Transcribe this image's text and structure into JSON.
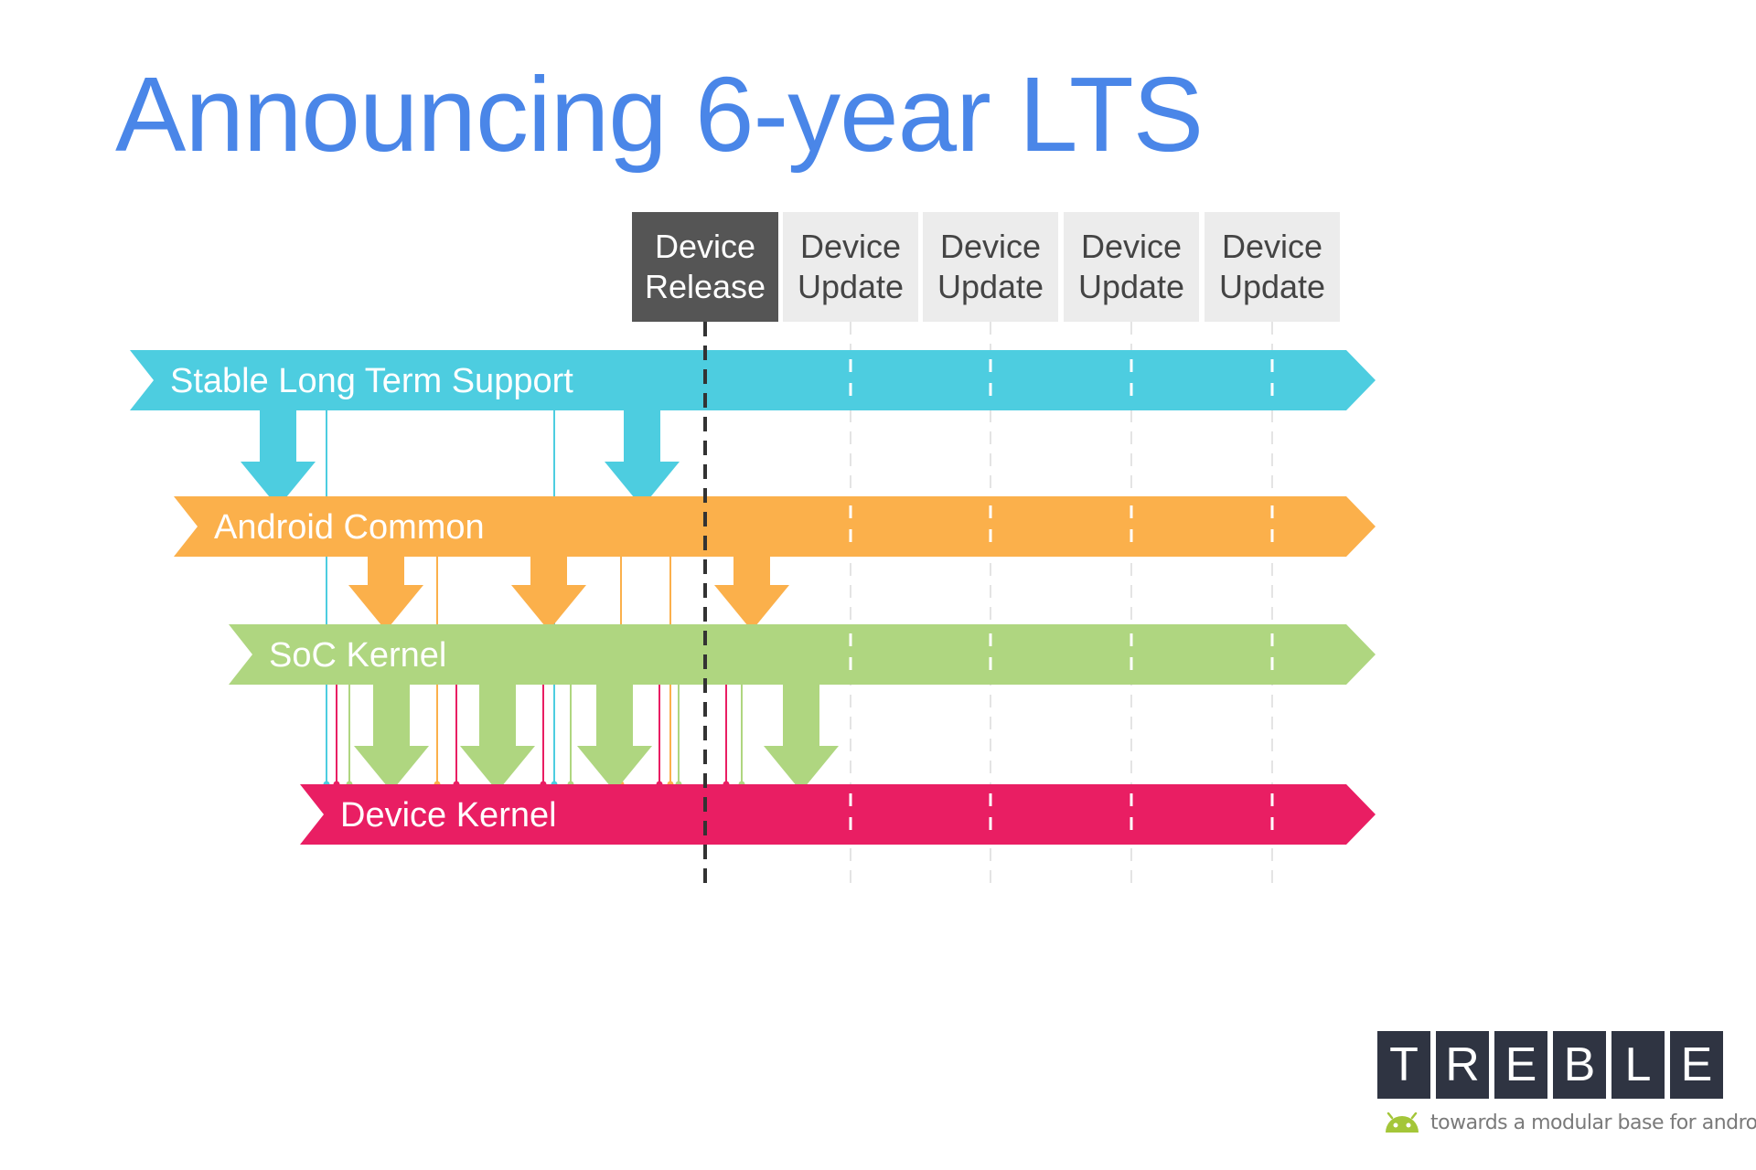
{
  "title": "Announcing 6-year LTS",
  "colors": {
    "title": "#4a86e8",
    "stable": "#4dcde0",
    "common": "#fbb04b",
    "soc": "#afd680",
    "device_kernel": "#e91e63",
    "header_active_bg": "#555555",
    "header_active_text": "#ffffff",
    "header_bg": "#ececec",
    "header_text": "#444444",
    "logo_bg": "#2f3442",
    "android_green": "#a4c639"
  },
  "timeline_headers": [
    {
      "line1": "Device",
      "line2": "Release",
      "active": true
    },
    {
      "line1": "Device",
      "line2": "Update",
      "active": false
    },
    {
      "line1": "Device",
      "line2": "Update",
      "active": false
    },
    {
      "line1": "Device",
      "line2": "Update",
      "active": false
    },
    {
      "line1": "Device",
      "line2": "Update",
      "active": false
    }
  ],
  "bands": [
    {
      "label": "Stable Long Term Support",
      "color_key": "stable"
    },
    {
      "label": "Android Common",
      "color_key": "common"
    },
    {
      "label": "SoC Kernel",
      "color_key": "soc"
    },
    {
      "label": "Device Kernel",
      "color_key": "device_kernel"
    }
  ],
  "logo": {
    "letters": [
      "T",
      "R",
      "E",
      "B",
      "L",
      "E"
    ],
    "tagline": "towards a modular base for android",
    "icon": "android-robot-icon"
  }
}
